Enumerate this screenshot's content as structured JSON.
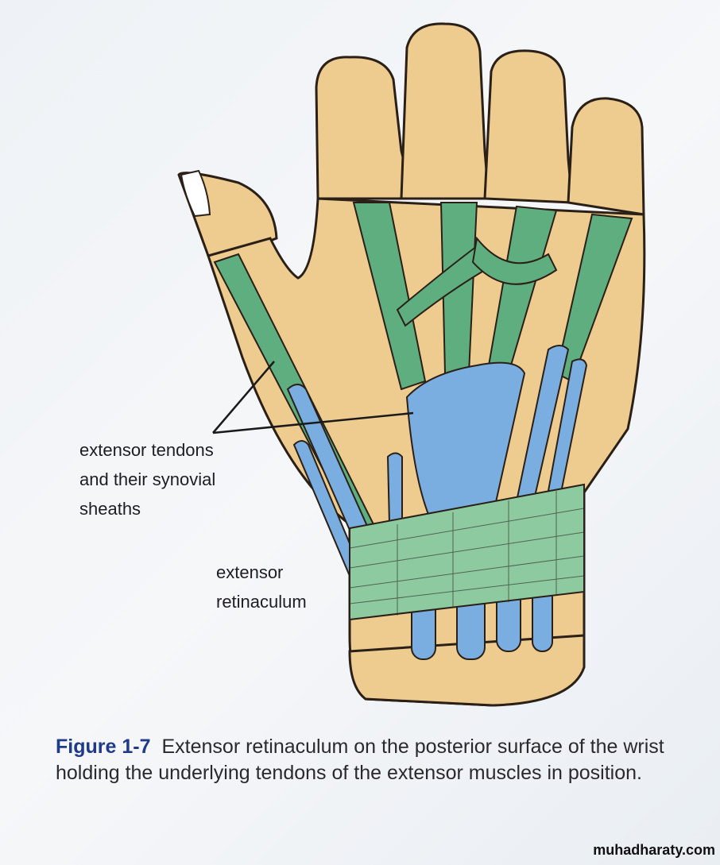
{
  "figure": {
    "labels": {
      "tendons_line1": "extensor tendons",
      "tendons_line2": "and their synovial",
      "tendons_line3": "sheaths",
      "retinaculum_line1": "extensor",
      "retinaculum_line2": "retinaculum"
    },
    "colors": {
      "skin": "#eecb8f",
      "tendon": "#5fae7f",
      "sheath": "#7aaee0",
      "outline": "#2a2018"
    }
  },
  "caption": {
    "number": "Figure 1-7",
    "text": "Extensor retinaculum on the posterior surface of the wrist holding the underlying tendons of the extensor muscles in position."
  },
  "watermark": "muhadharaty.com"
}
